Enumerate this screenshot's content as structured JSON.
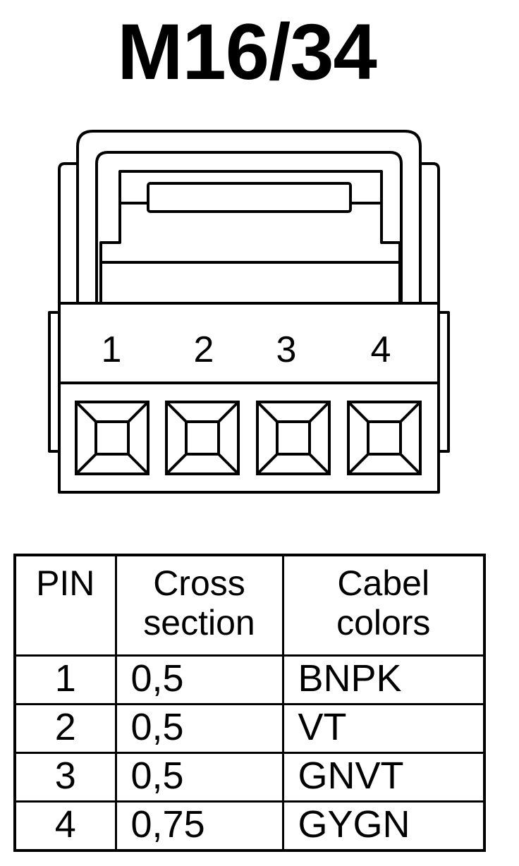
{
  "title": "M16/34",
  "connector": {
    "pin_numbers": [
      "1",
      "2",
      "3",
      "4"
    ]
  },
  "table": {
    "headers": {
      "pin": "PIN",
      "cross_line1": "Cross",
      "cross_line2": "section",
      "color_line1": "Cabel",
      "color_line2": "colors"
    },
    "rows": [
      {
        "pin": "1",
        "cross": "0,5",
        "color": "BNPK"
      },
      {
        "pin": "2",
        "cross": "0,5",
        "color": "VT"
      },
      {
        "pin": "3",
        "cross": "0,5",
        "color": "GNVT"
      },
      {
        "pin": "4",
        "cross": "0,75",
        "color": "GYGN"
      }
    ]
  }
}
